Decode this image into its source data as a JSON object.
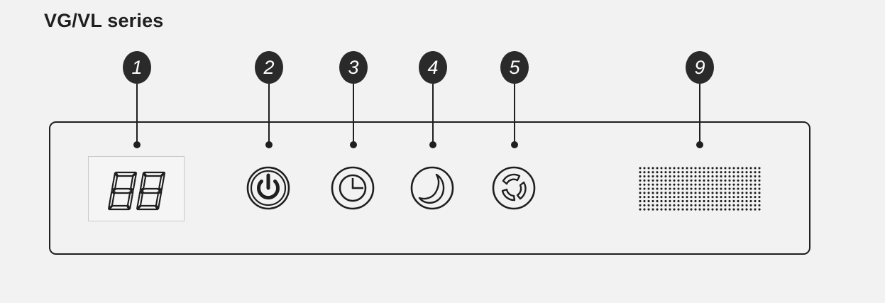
{
  "title": "VG/VL series",
  "callouts": [
    {
      "number": "1",
      "target": "digital-display"
    },
    {
      "number": "2",
      "target": "power-button"
    },
    {
      "number": "3",
      "target": "timer-button"
    },
    {
      "number": "4",
      "target": "sleep-button"
    },
    {
      "number": "5",
      "target": "fan-mode-button"
    },
    {
      "number": "9",
      "target": "speaker-grille"
    }
  ],
  "display": {
    "digits": "88"
  },
  "icons": {
    "power": "power-icon",
    "timer": "clock-icon",
    "sleep": "moon-icon",
    "fan": "fan-cycle-icon"
  },
  "colors": {
    "background": "#f2f2f2",
    "lines": "#1f1f1f",
    "badge": "#2a2a2a"
  }
}
